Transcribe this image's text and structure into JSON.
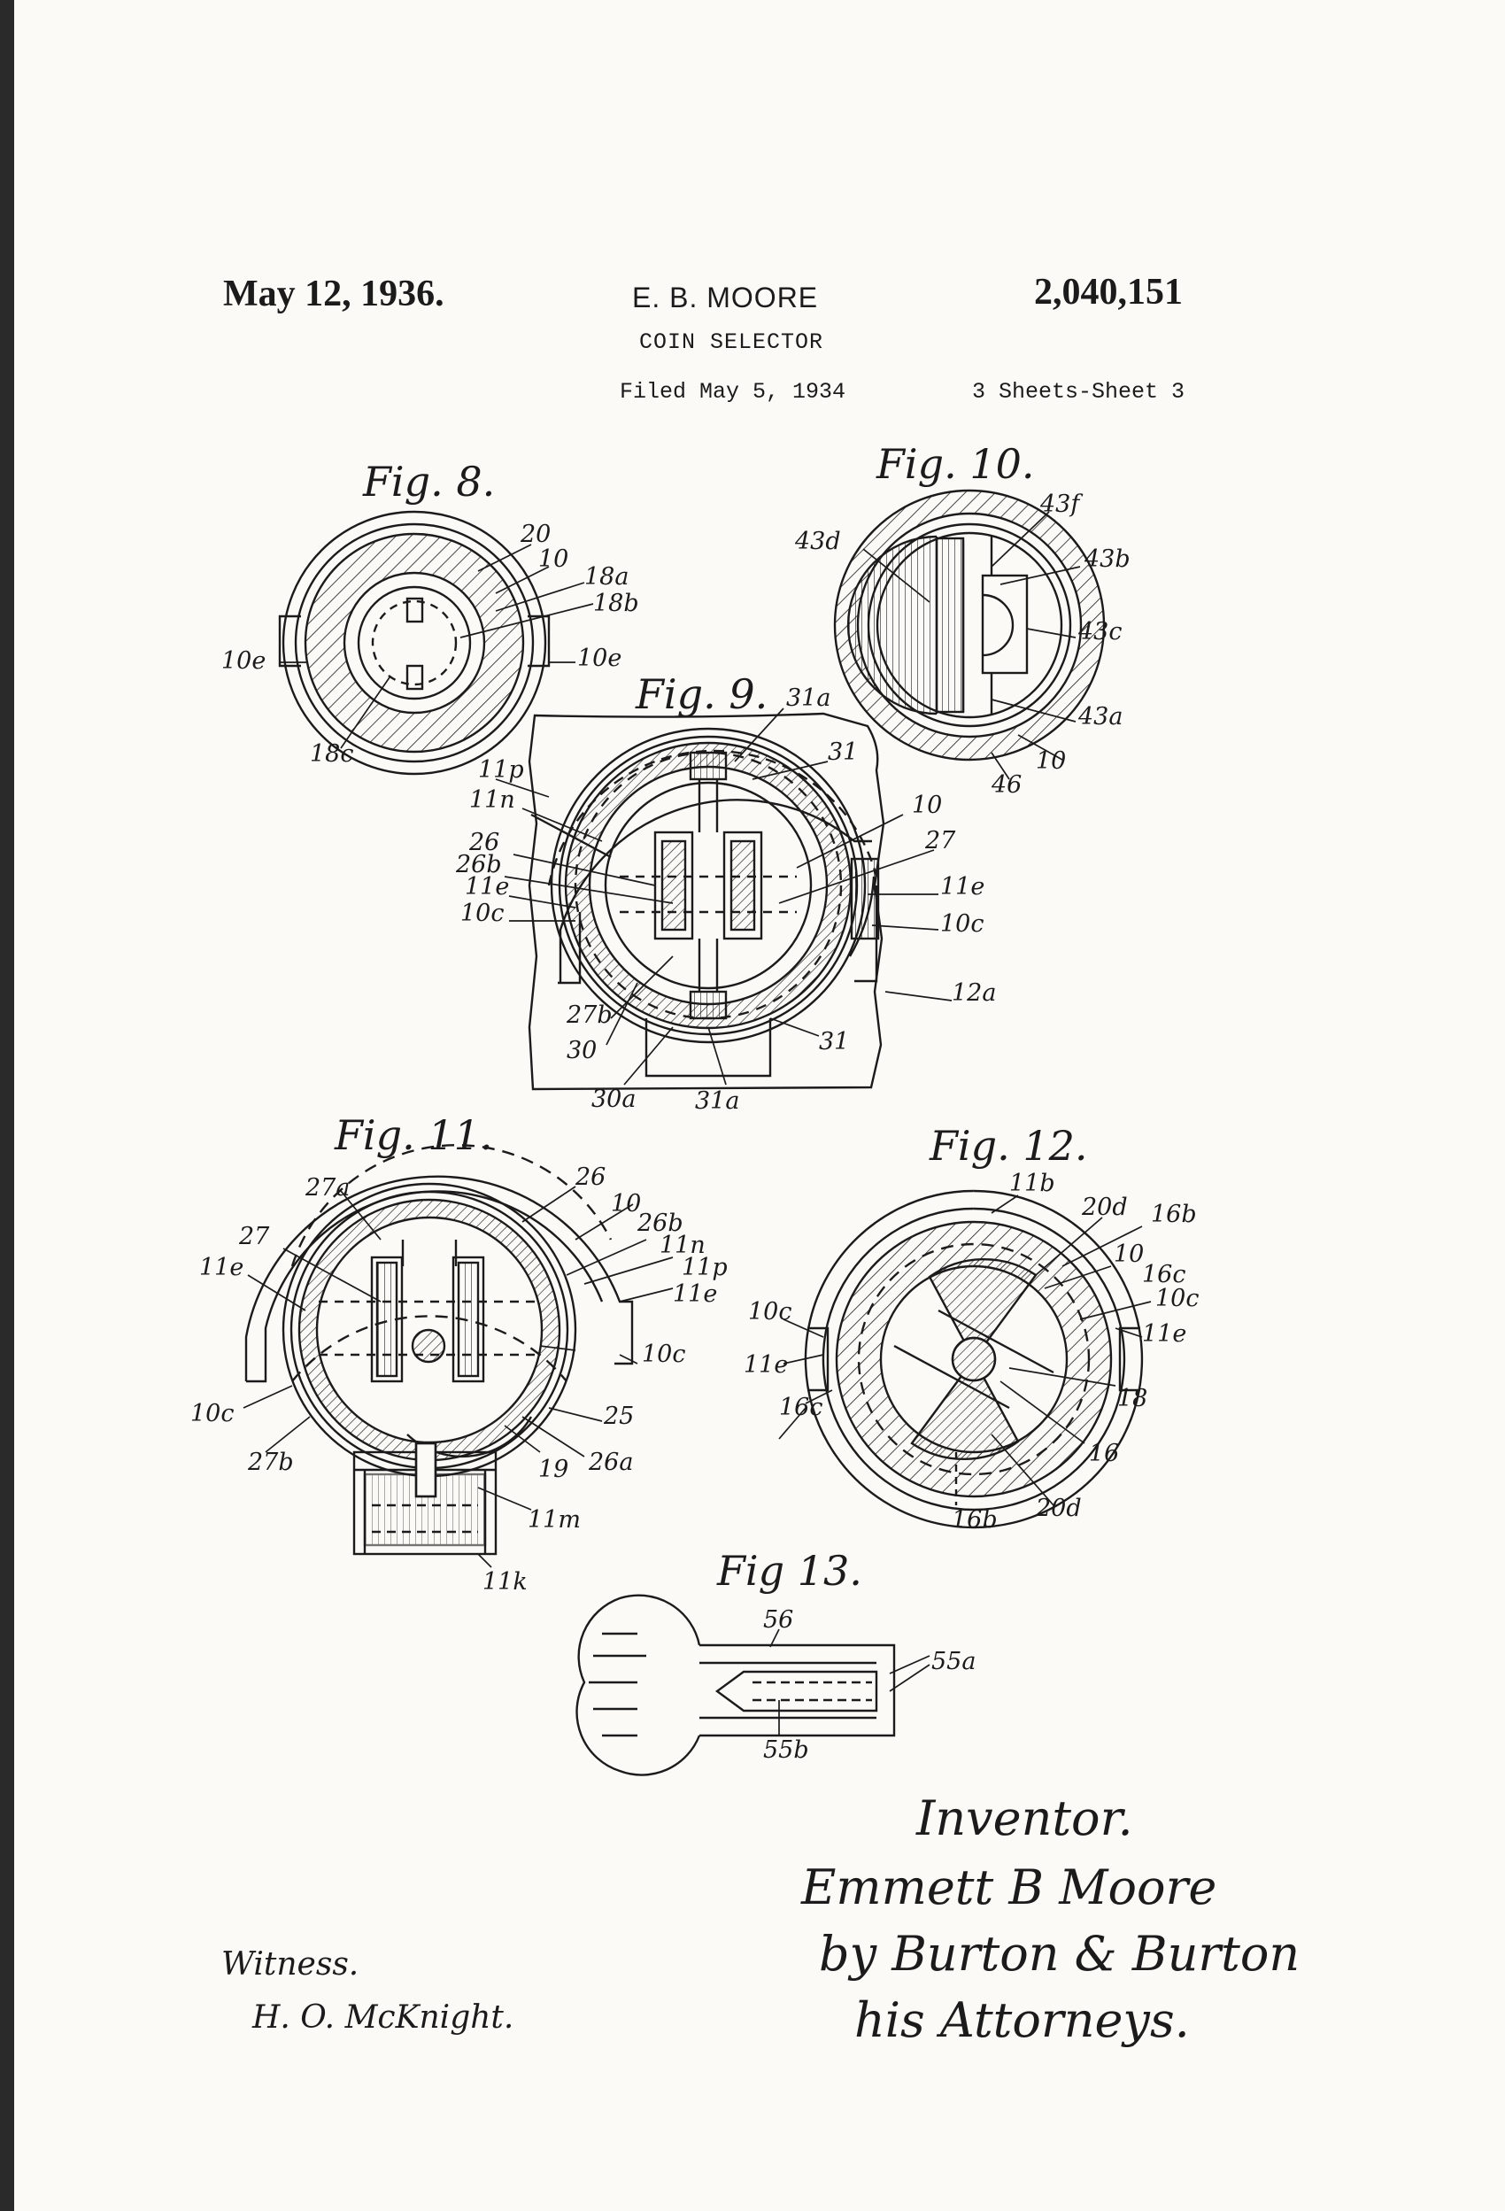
{
  "header": {
    "date": "May 12, 1936.",
    "inventor_name": "E. B. MOORE",
    "patent_number": "2,040,151",
    "subject": "COIN SELECTOR",
    "filed": "Filed May 5, 1934",
    "sheets": "3 Sheets-Sheet 3"
  },
  "figures": {
    "fig8": {
      "title": "Fig. 8.",
      "refs": [
        "20",
        "10",
        "18a",
        "18b",
        "10e",
        "10e",
        "18c"
      ]
    },
    "fig9": {
      "title": "Fig. 9.",
      "refs": [
        "31a",
        "31",
        "11p",
        "11n",
        "10",
        "27",
        "26",
        "26b",
        "11e",
        "11e",
        "10c",
        "10c",
        "12a",
        "27b",
        "30",
        "31",
        "30a",
        "31a"
      ]
    },
    "fig10": {
      "title": "Fig. 10.",
      "refs": [
        "43f",
        "43d",
        "43b",
        "43c",
        "43a",
        "10",
        "46"
      ]
    },
    "fig11": {
      "title": "Fig. 11.",
      "refs": [
        "26",
        "27a",
        "10",
        "26b",
        "27",
        "11n",
        "11p",
        "11e",
        "11e",
        "10c",
        "10c",
        "25",
        "27b",
        "19",
        "26a",
        "11m",
        "11k"
      ]
    },
    "fig12": {
      "title": "Fig. 12.",
      "refs": [
        "11b",
        "20d",
        "16b",
        "10",
        "16c",
        "10c",
        "10c",
        "11e",
        "11e",
        "18",
        "16c",
        "16",
        "16b",
        "20d"
      ]
    },
    "fig13": {
      "title": "Fig 13.",
      "refs": [
        "56",
        "55a",
        "55b"
      ]
    }
  },
  "signatures": {
    "inventor_label": "Inventor.",
    "inventor": "Emmett B Moore",
    "by_line": "by Burton & Burton",
    "attorneys": "his Attorneys.",
    "witness_label": "Witness.",
    "witness": "H. O. McKnight."
  }
}
